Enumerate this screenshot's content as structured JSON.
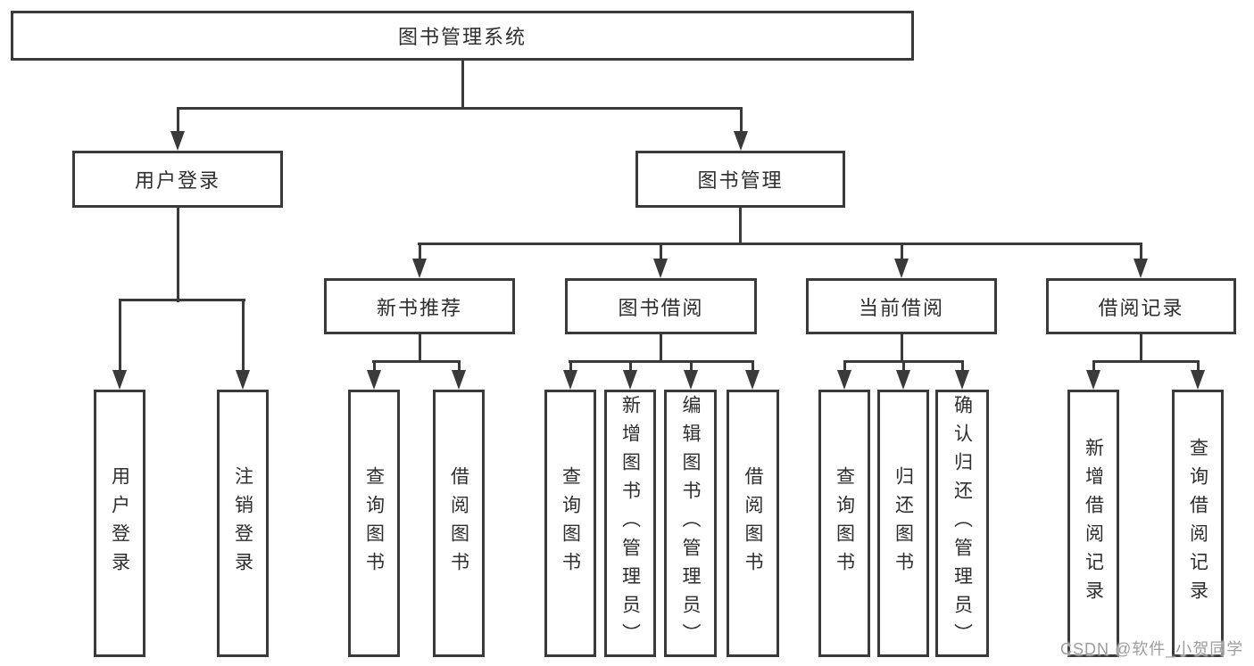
{
  "tree": {
    "root": {
      "label": "图书管理系统"
    },
    "branches": [
      {
        "label": "用户登录",
        "children": [
          {
            "label": "用户登录"
          },
          {
            "label": "注销登录"
          }
        ]
      },
      {
        "label": "图书管理",
        "children": [
          {
            "label": "新书推荐",
            "children": [
              {
                "label": "查询图书"
              },
              {
                "label": "借阅图书"
              }
            ]
          },
          {
            "label": "图书借阅",
            "children": [
              {
                "label": "查询图书"
              },
              {
                "label": "新增图书（管理员）"
              },
              {
                "label": "编辑图书（管理员）"
              },
              {
                "label": "借阅图书"
              }
            ]
          },
          {
            "label": "当前借阅",
            "children": [
              {
                "label": "查询图书"
              },
              {
                "label": "归还图书"
              },
              {
                "label": "确认归还（管理员）"
              }
            ]
          },
          {
            "label": "借阅记录",
            "children": [
              {
                "label": "新增借阅记录"
              },
              {
                "label": "查询借阅记录"
              }
            ]
          }
        ]
      }
    ]
  },
  "watermark": {
    "text": "CSDN @软件_小贺同学"
  },
  "colors": {
    "line": "#3a3a3a",
    "text": "#2e2e2e",
    "watermark": "#9d9d9d",
    "background": "#ffffff"
  }
}
